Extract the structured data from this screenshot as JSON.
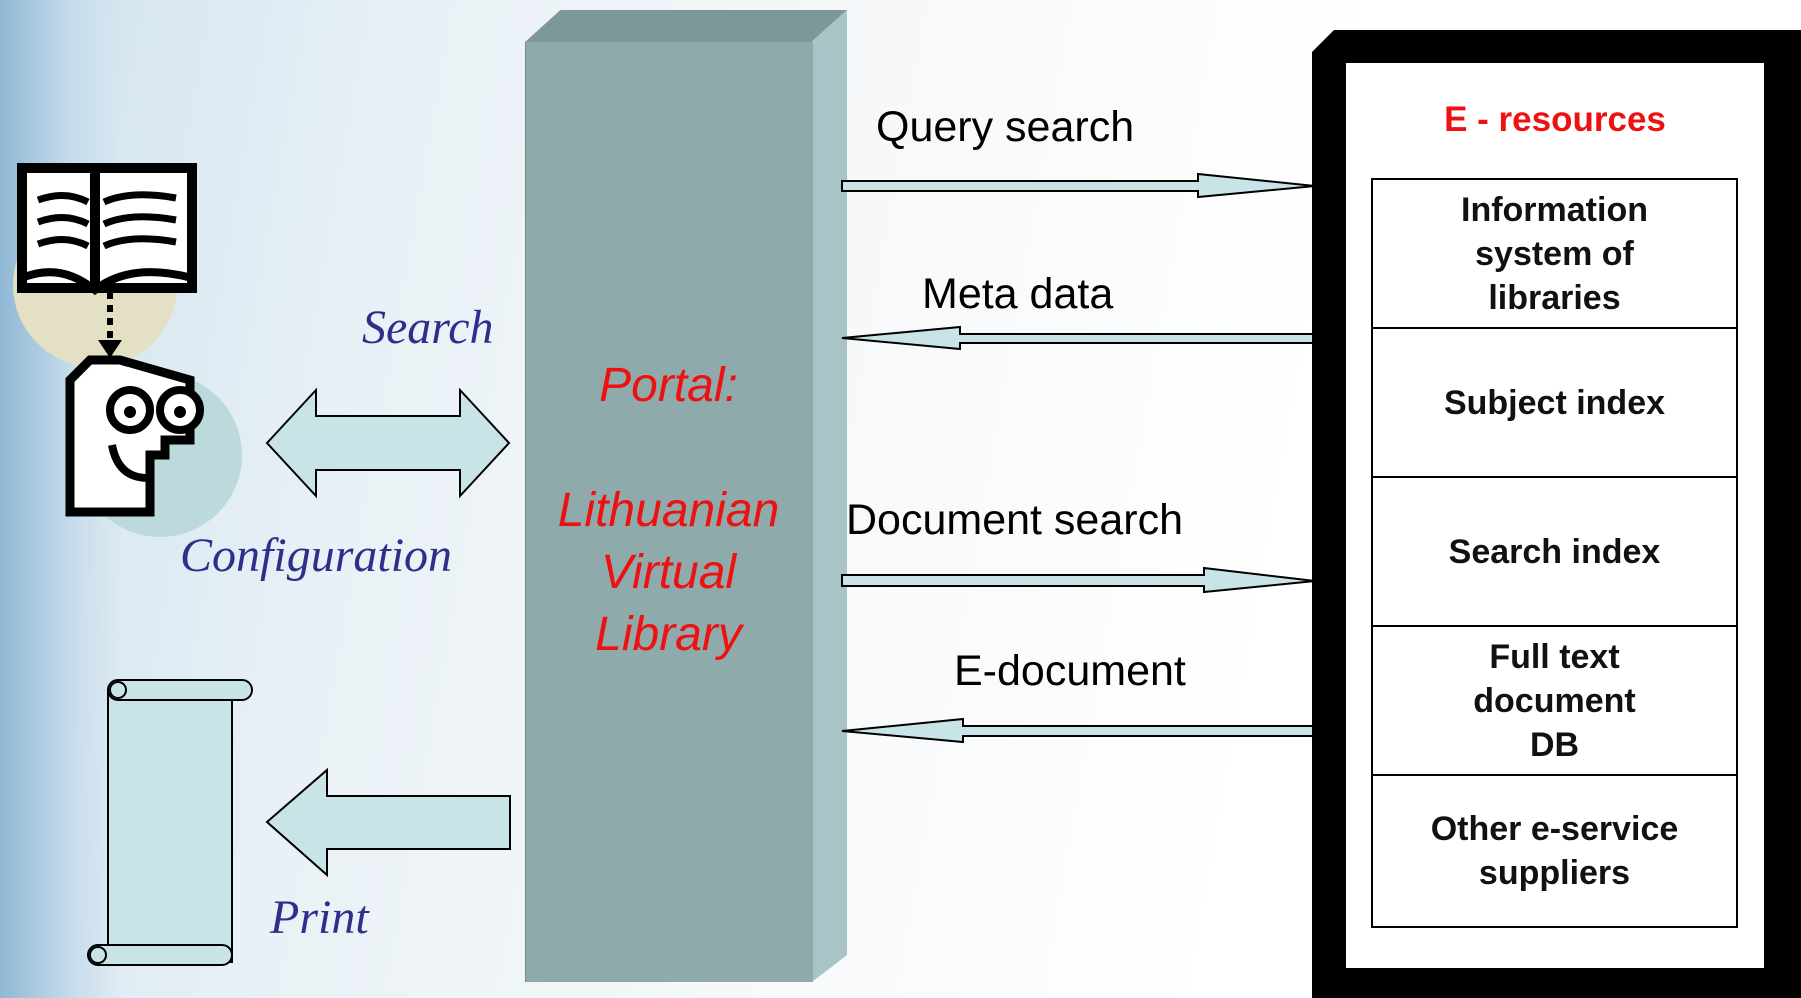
{
  "portal": {
    "line1": "Portal:",
    "line2": "Lithuanian",
    "line3": "Virtual",
    "line4": "Library"
  },
  "flows": {
    "query_search": "Query search",
    "meta_data": "Meta data",
    "document_search": "Document search",
    "e_document": "E-document"
  },
  "user_side": {
    "search": "Search",
    "configuration": "Configuration",
    "print": "Print"
  },
  "resources": {
    "title": "E - resources",
    "items": [
      "Information\nsystem of\nlibraries",
      "Subject index",
      "Search index",
      "Full text\ndocument\nDB",
      "Other e-service\nsuppliers"
    ]
  },
  "colors": {
    "pillar": "#8faaab",
    "arrow_fill": "#c8e4e6",
    "red_text": "#ee1111",
    "italic_label": "#2d2f8a"
  }
}
